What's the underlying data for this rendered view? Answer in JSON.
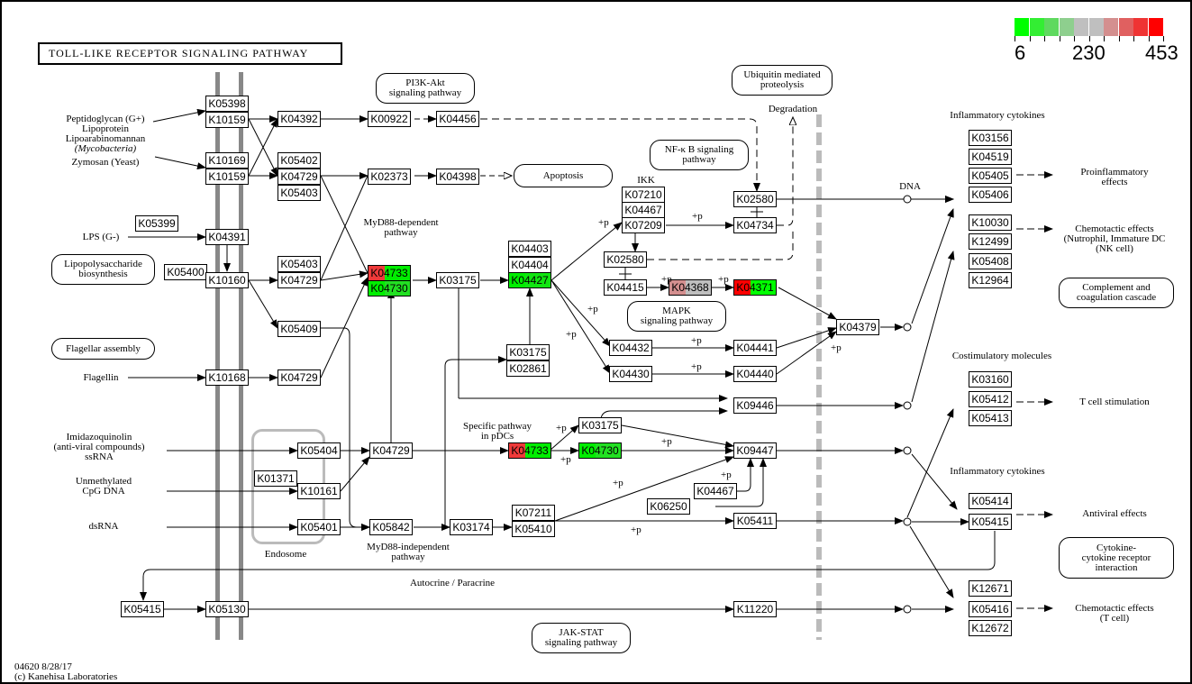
{
  "title": "TOLL-LIKE RECEPTOR SIGNALING PATHWAY",
  "footer": {
    "map_id_date": "04620 8/28/17",
    "copyright": "(c) Kanehisa Laboratories"
  },
  "legend": {
    "colors": [
      "#00ff00",
      "#33ee33",
      "#5fd95f",
      "#8ecf8e",
      "#bfbfbf",
      "#bfbfbf",
      "#d48f8f",
      "#e06060",
      "#ef3333",
      "#ff0000"
    ],
    "min_label": "6",
    "mid_label": "230",
    "max_label": "453"
  },
  "colors": {
    "red": "#ff0000",
    "light_red": "#ef3a3a",
    "green": "#00ff00",
    "light_green": "#33ee33",
    "pink": "#d48f8f",
    "grey": "#bfbfbf"
  },
  "nodes": [
    {
      "id": "K05398",
      "label": "K05398"
    },
    {
      "id": "K10159a",
      "label": "K10159"
    },
    {
      "id": "K10169",
      "label": "K10169"
    },
    {
      "id": "K10159b",
      "label": "K10159"
    },
    {
      "id": "K05399",
      "label": "K05399"
    },
    {
      "id": "K04391",
      "label": "K04391"
    },
    {
      "id": "K05400",
      "label": "K05400"
    },
    {
      "id": "K10160",
      "label": "K10160"
    },
    {
      "id": "K10168",
      "label": "K10168"
    },
    {
      "id": "K04392",
      "label": "K04392"
    },
    {
      "id": "K05402",
      "label": "K05402"
    },
    {
      "id": "K04729a",
      "label": "K04729"
    },
    {
      "id": "K05403a",
      "label": "K05403"
    },
    {
      "id": "K05403b",
      "label": "K05403"
    },
    {
      "id": "K04729b",
      "label": "K04729"
    },
    {
      "id": "K05409",
      "label": "K05409"
    },
    {
      "id": "K04729c",
      "label": "K04729"
    },
    {
      "id": "K00922",
      "label": "K00922"
    },
    {
      "id": "K04456",
      "label": "K04456"
    },
    {
      "id": "K02373",
      "label": "K02373"
    },
    {
      "id": "K04398",
      "label": "K04398"
    },
    {
      "id": "K04733a",
      "label": "K04733",
      "split": [
        "#ef3a3a",
        "#00ee00"
      ]
    },
    {
      "id": "K04730a",
      "label": "K04730",
      "split": [
        "#00ee00",
        "#22e022"
      ]
    },
    {
      "id": "K03175a",
      "label": "K03175"
    },
    {
      "id": "K04403",
      "label": "K04403"
    },
    {
      "id": "K04404",
      "label": "K04404"
    },
    {
      "id": "K04427",
      "label": "K04427",
      "split": [
        "#00ee00",
        "#11e611"
      ]
    },
    {
      "id": "K03175b",
      "label": "K03175"
    },
    {
      "id": "K02861",
      "label": "K02861"
    },
    {
      "id": "K07210",
      "label": "K07210"
    },
    {
      "id": "K04467a",
      "label": "K04467"
    },
    {
      "id": "K07209",
      "label": "K07209"
    },
    {
      "id": "K02580a",
      "label": "K02580"
    },
    {
      "id": "K04734",
      "label": "K04734"
    },
    {
      "id": "K02580b",
      "label": "K02580"
    },
    {
      "id": "K04415",
      "label": "K04415"
    },
    {
      "id": "K04368",
      "label": "K04368",
      "split": [
        "#d48f8f",
        "#bfbfbf"
      ]
    },
    {
      "id": "K04371",
      "label": "K04371",
      "split": [
        "#ff0000",
        "#00ff00"
      ]
    },
    {
      "id": "K04432",
      "label": "K04432"
    },
    {
      "id": "K04441",
      "label": "K04441"
    },
    {
      "id": "K04430",
      "label": "K04430"
    },
    {
      "id": "K04440",
      "label": "K04440"
    },
    {
      "id": "K04379",
      "label": "K04379"
    },
    {
      "id": "K09446",
      "label": "K09446"
    },
    {
      "id": "K05404",
      "label": "K05404"
    },
    {
      "id": "K01371",
      "label": "K01371"
    },
    {
      "id": "K10161",
      "label": "K10161"
    },
    {
      "id": "K05401",
      "label": "K05401"
    },
    {
      "id": "K04729d",
      "label": "K04729"
    },
    {
      "id": "K05842",
      "label": "K05842"
    },
    {
      "id": "K03174",
      "label": "K03174"
    },
    {
      "id": "K07211",
      "label": "K07211"
    },
    {
      "id": "K05410",
      "label": "K05410"
    },
    {
      "id": "K04733b",
      "label": "K04733",
      "split": [
        "#ef3a3a",
        "#00ee00"
      ]
    },
    {
      "id": "K04730b",
      "label": "K04730",
      "split": [
        "#00ee00",
        "#22e022"
      ]
    },
    {
      "id": "K03175c",
      "label": "K03175"
    },
    {
      "id": "K09447",
      "label": "K09447"
    },
    {
      "id": "K04467b",
      "label": "K04467"
    },
    {
      "id": "K06250",
      "label": "K06250"
    },
    {
      "id": "K05411",
      "label": "K05411"
    },
    {
      "id": "K11220",
      "label": "K11220"
    },
    {
      "id": "K05415a",
      "label": "K05415"
    },
    {
      "id": "K05130",
      "label": "K05130"
    },
    {
      "id": "K03156",
      "label": "K03156"
    },
    {
      "id": "K04519",
      "label": "K04519"
    },
    {
      "id": "K05405",
      "label": "K05405"
    },
    {
      "id": "K05406",
      "label": "K05406"
    },
    {
      "id": "K10030",
      "label": "K10030"
    },
    {
      "id": "K12499",
      "label": "K12499"
    },
    {
      "id": "K05408",
      "label": "K05408"
    },
    {
      "id": "K12964",
      "label": "K12964"
    },
    {
      "id": "K03160",
      "label": "K03160"
    },
    {
      "id": "K05412",
      "label": "K05412"
    },
    {
      "id": "K05413",
      "label": "K05413"
    },
    {
      "id": "K05414",
      "label": "K05414"
    },
    {
      "id": "K05415b",
      "label": "K05415"
    },
    {
      "id": "K12671",
      "label": "K12671"
    },
    {
      "id": "K05416",
      "label": "K05416"
    },
    {
      "id": "K12672",
      "label": "K12672"
    }
  ],
  "maps": [
    {
      "id": "pi3k",
      "label": "PI3K-Akt\nsignaling pathway"
    },
    {
      "id": "apoptosis",
      "label": "Apoptosis"
    },
    {
      "id": "ubiquitin",
      "label": "Ubiquitin mediated\nproteolysis"
    },
    {
      "id": "nfkb",
      "label": "NF-κ B signaling\npathway"
    },
    {
      "id": "mapk",
      "label": "MAPK\nsignaling pathway"
    },
    {
      "id": "lps_bio",
      "label": "Lipopolysaccharide\nbiosynthesis"
    },
    {
      "id": "flagellar",
      "label": "Flagellar assembly"
    },
    {
      "id": "jakstat",
      "label": "JAK-STAT\nsignaling pathway"
    },
    {
      "id": "complement",
      "label": "Complement and\ncoagulation cascade"
    },
    {
      "id": "cytokine",
      "label": "Cytokine-\ncytokine receptor\ninteraction"
    }
  ],
  "labels": {
    "ligand_g_pos": "Peptidoglycan (G+)\nLipoprotein\nLipoarabinomannan",
    "mycobacteria": "(Mycobacteria)",
    "zymosan": "Zymosan (Yeast)",
    "lps": "LPS (G-)",
    "flagellin": "Flagellin",
    "imidazo": "Imidazoquinolin\n(anti-viral compounds)\nssRNA",
    "cpg": "Unmethylated\nCpG DNA",
    "dsrna": "dsRNA",
    "endosome": "Endosome",
    "myd88_dep": "MyD88-dependent\npathway",
    "myd88_indep": "MyD88-independent\npathway",
    "specific_pdc": "Specific pathway\nin pDCs",
    "autocrine": "Autocrine / Paracrine",
    "ikk": "IKK",
    "degradation": "Degradation",
    "dna": "DNA",
    "inflam1": "Inflammatory cytokines",
    "inflam2": "Inflammatory cytokines",
    "costim": "Costimulatory molecules",
    "proinflam": "Proinflammatory\neffects",
    "chemo1": "Chemotactic effects\n(Nutrophil, Immature DC\n(NK cell)",
    "tcell_stim": "T cell stimulation",
    "antiviral": "Antiviral effects",
    "chemo2": "Chemotactic effects\n(T cell)",
    "plus_p": "+p"
  }
}
